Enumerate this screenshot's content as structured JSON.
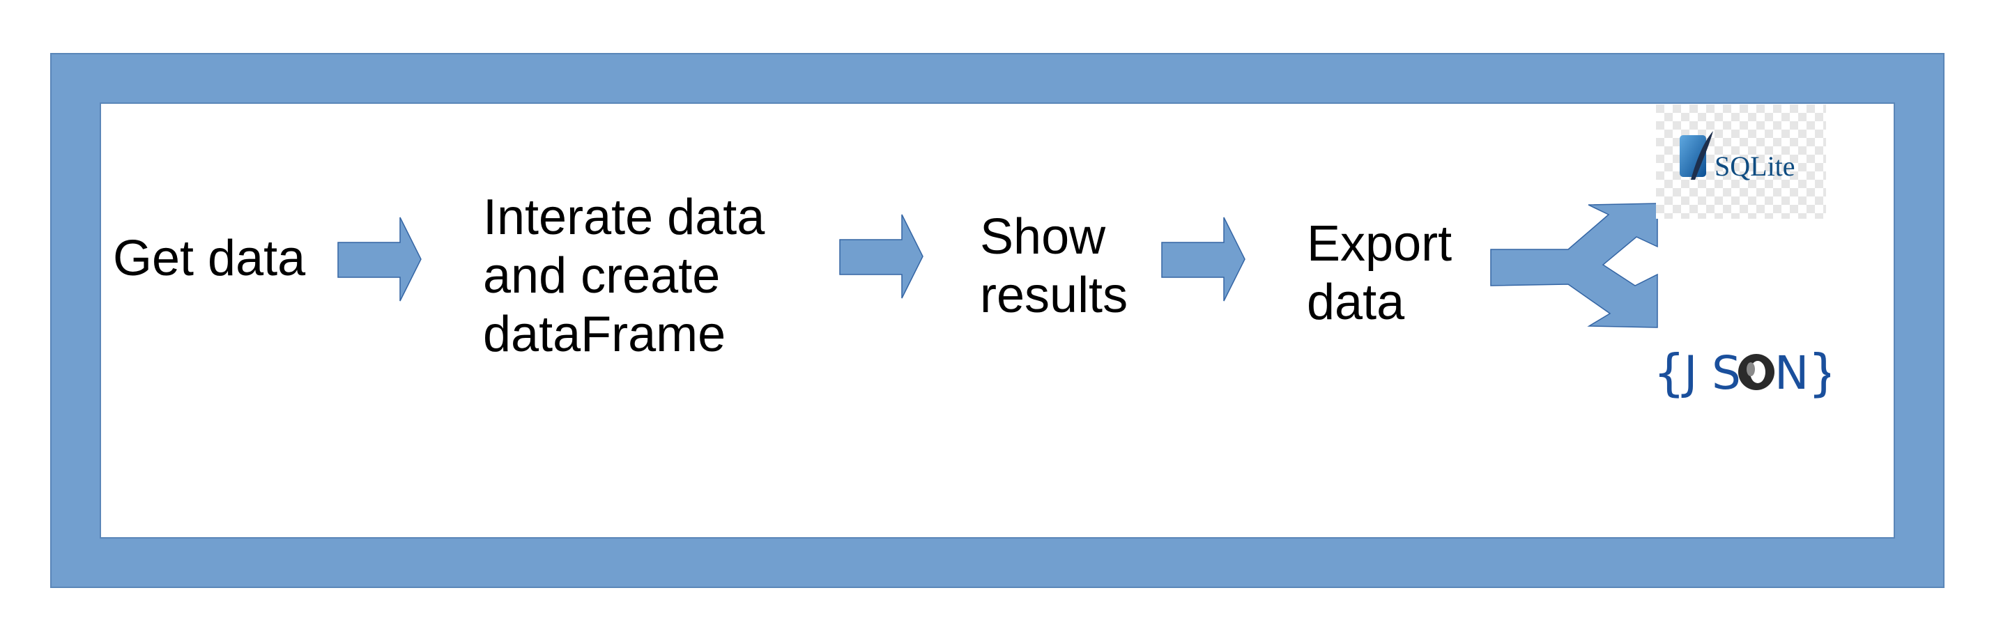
{
  "steps": [
    {
      "label": "Get data"
    },
    {
      "label": "Interate data\nand create\ndataFrame"
    },
    {
      "label": "Show\nresults"
    },
    {
      "label": "Export\ndata"
    }
  ],
  "logos": {
    "sqlite": "SQLite",
    "json_left_brace": "{",
    "json_j": "J",
    "json_s": "S",
    "json_n": "N",
    "json_right_brace": "}"
  },
  "colors": {
    "frame": "#729fcf",
    "arrow": "#729fcf",
    "arrow_stroke": "#3465a4",
    "json_blue": "#1a4f9c",
    "sqlite_blue": "#0f4c81"
  }
}
